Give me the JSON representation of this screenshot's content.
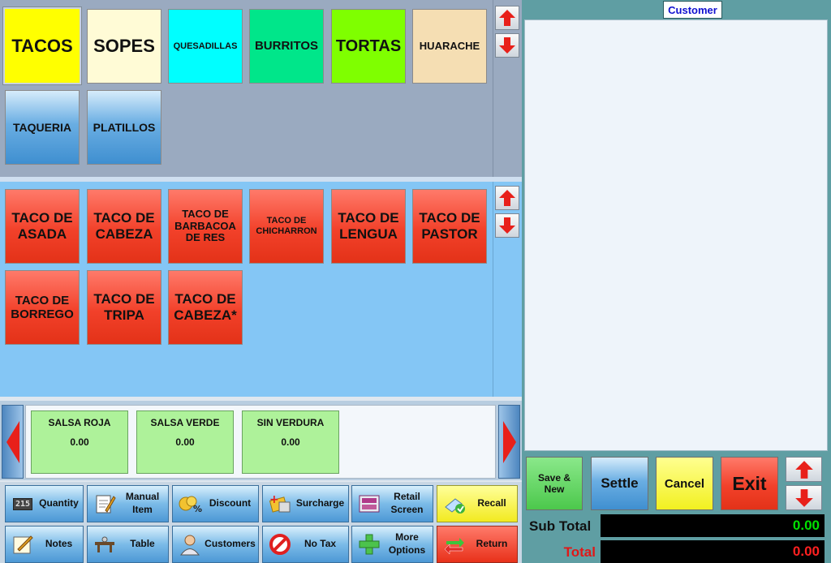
{
  "categories": [
    "TACOS",
    "SOPES",
    "QUESADILLAS",
    "BURRITOS",
    "TORTAS",
    "HUARACHE",
    "TAQUERIA",
    "PLATILLOS"
  ],
  "items": [
    [
      "TACO DE",
      "ASADA"
    ],
    [
      "TACO DE",
      "CABEZA"
    ],
    [
      "TACO DE",
      "BARBACOA",
      "DE RES"
    ],
    [
      "TACO DE",
      "CHICHARRON"
    ],
    [
      "TACO DE",
      "LENGUA"
    ],
    [
      "TACO DE",
      "PASTOR"
    ],
    [
      "TACO DE",
      "BORREGO"
    ],
    [
      "TACO DE",
      "TRIPA"
    ],
    [
      "TACO DE",
      "CABEZA*"
    ]
  ],
  "modifiers": [
    {
      "name": "SALSA ROJA",
      "price": "0.00"
    },
    {
      "name": "SALSA VERDE",
      "price": "0.00"
    },
    {
      "name": "SIN VERDURA",
      "price": "0.00"
    }
  ],
  "functions": {
    "quantity": "Quantity",
    "manual_1": "Manual",
    "manual_2": "Item",
    "discount": "Discount",
    "surcharge": "Surcharge",
    "retail_1": "Retail",
    "retail_2": "Screen",
    "recall": "Recall",
    "notes": "Notes",
    "table": "Table",
    "customers": "Customers",
    "no_tax": "No Tax",
    "more_1": "More",
    "more_2": "Options",
    "return": "Return",
    "quantity_display": "215"
  },
  "customer_panel": {
    "title": "Customer"
  },
  "actions": {
    "save_1": "Save &",
    "save_2": "New",
    "settle": "Settle",
    "cancel": "Cancel",
    "exit": "Exit"
  },
  "totals": {
    "subtotal_label": "Sub Total",
    "subtotal_value": "0.00",
    "total_label": "Total",
    "total_value": "0.00"
  },
  "colors": {
    "tacos": "#ffff00",
    "sopes": "#fffbd6",
    "quesadillas": "#00ffff",
    "burritos": "#00e68a",
    "tortas": "#7fff00",
    "huarache": "#f5deb3",
    "save_new": "#5ed35e",
    "cancel": "#ffff33",
    "subtotal_value": "#00e000",
    "total_value": "#ff2020"
  }
}
